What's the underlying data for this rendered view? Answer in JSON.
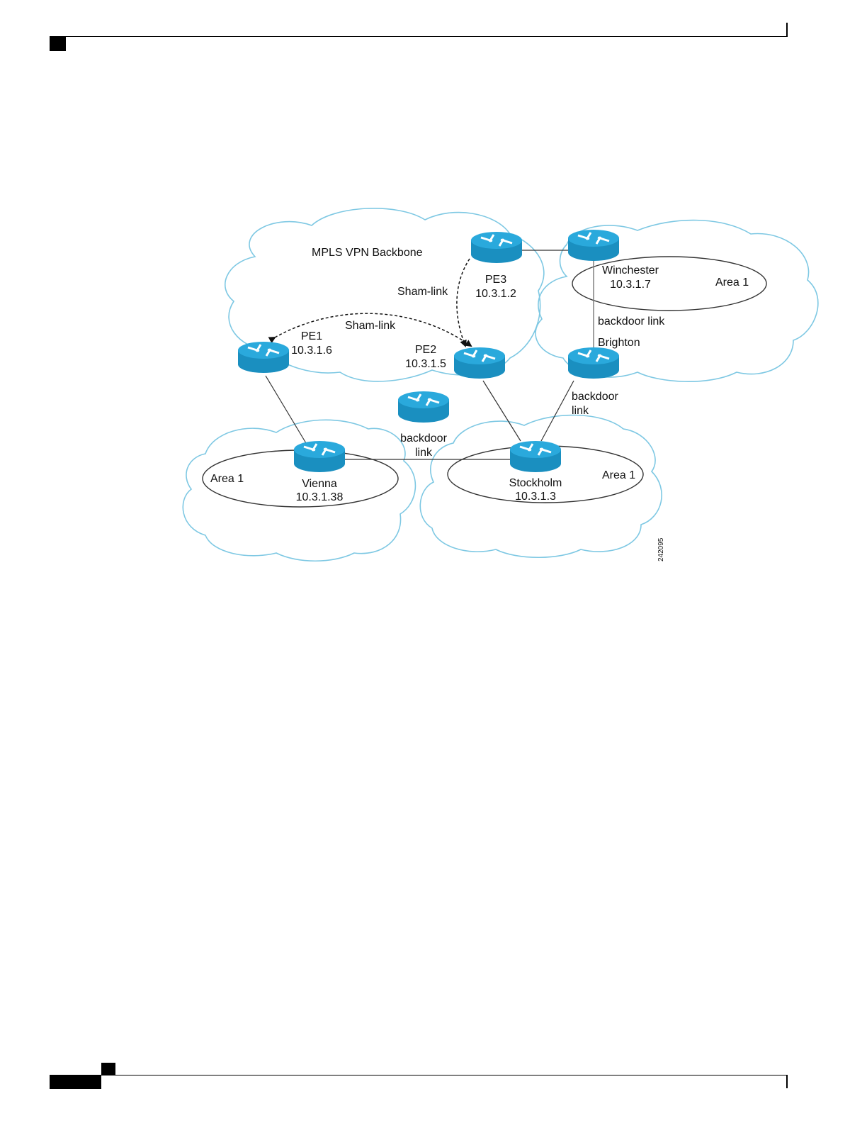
{
  "diagram": {
    "clouds": {
      "backbone": "MPLS VPN Backbone"
    },
    "areas": {
      "winchester_area": "Area 1",
      "vienna_area": "Area 1",
      "stockholm_area": "Area 1"
    },
    "routers": {
      "pe1": {
        "name": "PE1",
        "ip": "10.3.1.6"
      },
      "pe2": {
        "name": "PE2",
        "ip": "10.3.1.5"
      },
      "pe3": {
        "name": "PE3",
        "ip": "10.3.1.2"
      },
      "winchester": {
        "name": "Winchester",
        "ip": "10.3.1.7"
      },
      "brighton": {
        "name": "Brighton"
      },
      "vienna": {
        "name": "Vienna",
        "ip": "10.3.1.38"
      },
      "stockholm": {
        "name": "Stockholm",
        "ip": "10.3.1.3"
      }
    },
    "links": {
      "sham_link_pe3_pe2": "Sham-link",
      "sham_link_pe1_pe2": "Sham-link",
      "backdoor_winchester_brighton": "backdoor link",
      "backdoor_brighton_stockholm_1": "backdoor",
      "backdoor_brighton_stockholm_2": "link",
      "backdoor_vienna_stockholm_1": "backdoor",
      "backdoor_vienna_stockholm_2": "link"
    },
    "figure_id": "242095",
    "colors": {
      "cloud_outline": "#7ec8e3",
      "router_body": "#1a9fd0",
      "router_top": "#3fb6e0",
      "line": "#333333"
    }
  }
}
